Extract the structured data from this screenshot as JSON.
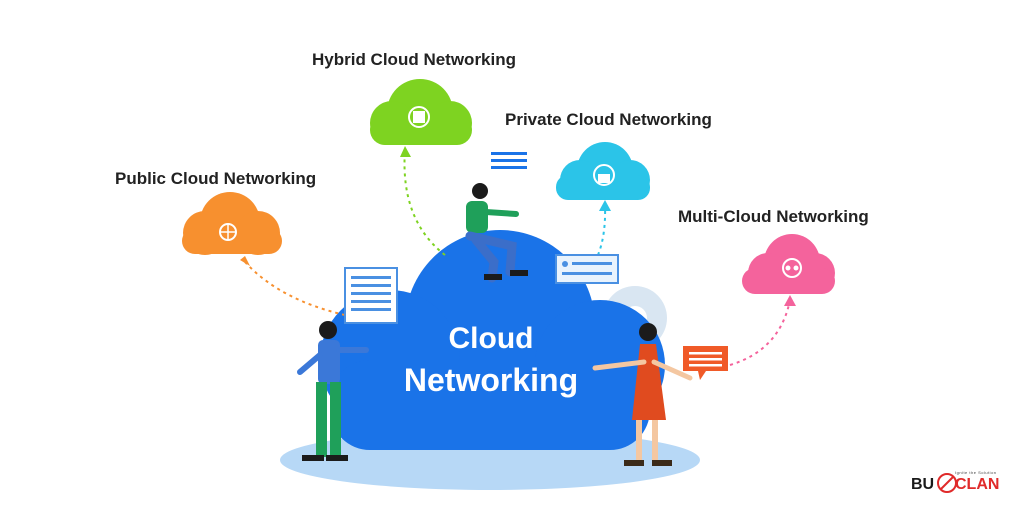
{
  "title": {
    "line1": "Cloud",
    "line2": "Networking"
  },
  "nodes": [
    {
      "label": "Hybrid Cloud Networking",
      "color": "#7ed321"
    },
    {
      "label": "Private Cloud Networking",
      "color": "#2bc4e8"
    },
    {
      "label": "Public Cloud Networking",
      "color": "#f7902f"
    },
    {
      "label": "Multi-Cloud Networking",
      "color": "#f4639c"
    }
  ],
  "center_color": "#1a73e8",
  "brand": {
    "left": "BU",
    "right": "CLAN",
    "tagline": "Ignite the Solution",
    "accent": "#e02a2a"
  }
}
